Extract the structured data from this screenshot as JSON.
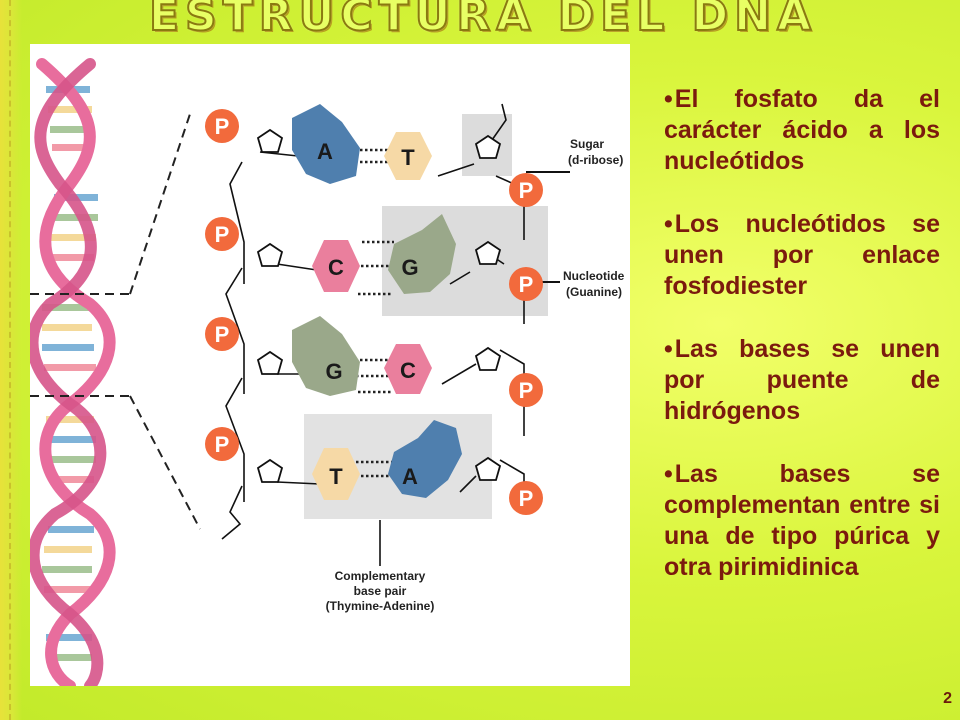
{
  "title": "ESTRUCTURA DEL DNA",
  "page_number": "2",
  "figure": {
    "phosphate_label": "P",
    "bases": {
      "A": "A",
      "T": "T",
      "C": "C",
      "G": "G"
    },
    "labels": {
      "sugar_line1": "Sugar",
      "sugar_line2": "(d-ribose)",
      "nucleotide_line1": "Nucleotide",
      "nucleotide_line2": "(Guanine)",
      "pair_line1": "Complementary",
      "pair_line2": "base pair",
      "pair_line3": "(Thymine-Adenine)"
    },
    "colors": {
      "phosphate": "#f26a3c",
      "adenine": "#4f7fae",
      "thymine": "#f6d9a6",
      "cytosine": "#ea7f9d",
      "guanine": "#9aa88a",
      "helix_strand": "#e86d9d",
      "highlight_box": "#dcdcdc"
    }
  },
  "bullets": [
    "El fosfato da el carácter ácido a los nucleótidos",
    "Los nucleótidos se unen por enlace fosfodiester",
    "Las bases se unen por puente de hidrógenos",
    "Las bases se complementan entre si una de tipo púrica y otra pirimidinica"
  ]
}
